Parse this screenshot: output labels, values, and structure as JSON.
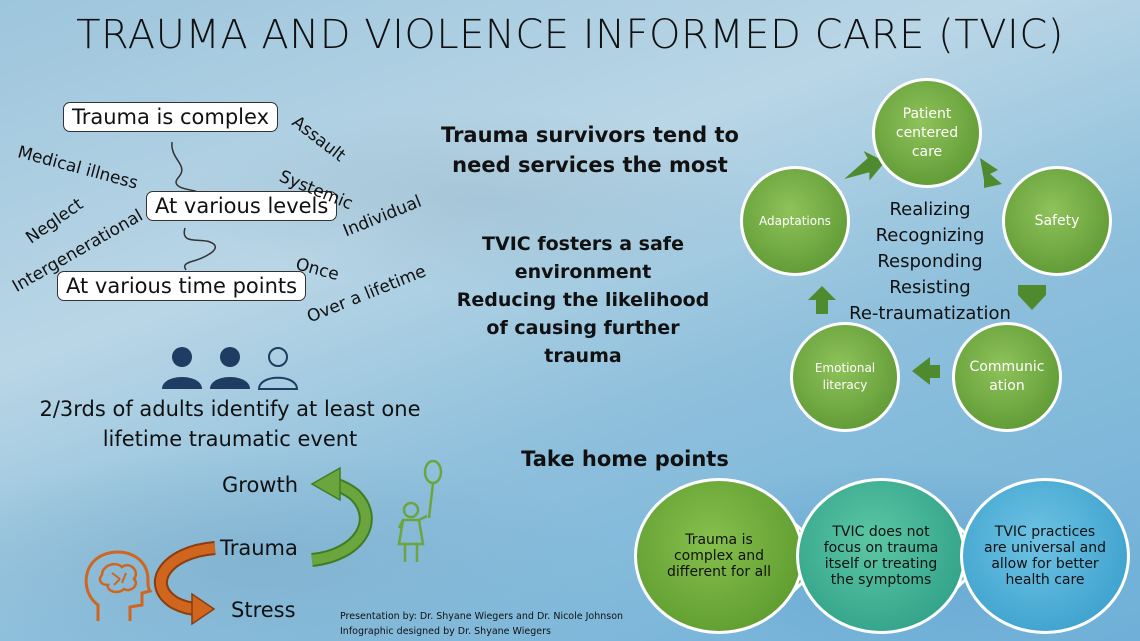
{
  "title": "TRAUMA AND VIOLENCE INFORMED CARE (TVIC)",
  "left": {
    "boxes": [
      "Trauma is complex",
      "At various levels",
      "At various time points"
    ],
    "tags": {
      "assault": "Assault",
      "medical": "Medical illness",
      "systemic": "Systemic",
      "neglect": "Neglect",
      "individual": "Individual",
      "intergenerational": "Intergenerational",
      "once": "Once",
      "lifetime": "Over a lifetime"
    },
    "stat": [
      "2/3rds of adults identify at least one",
      "lifetime traumatic event"
    ],
    "cycle": [
      "Growth",
      "Trauma",
      "Stress"
    ]
  },
  "middle": {
    "survivors": [
      "Trauma survivors tend to",
      "need services the most"
    ],
    "fosters": [
      "TVIC fosters a safe",
      "environment",
      "Reducing the likelihood",
      "of causing further",
      "trauma"
    ],
    "take_home": "Take home points"
  },
  "ring": {
    "nodes": {
      "patient": "Patient centered care",
      "safety": "Safety",
      "communication": "Communic ation",
      "emotional": "Emotional literacy",
      "adaptations": "Adaptations"
    },
    "center": [
      "Realizing",
      "Recognizing",
      "Responding",
      "Resisting",
      "Re-traumatization"
    ]
  },
  "points": [
    "Trauma is complex and different for all",
    "TVIC does not focus on trauma itself or treating the symptoms",
    "TVIC practices are universal and allow for better health care"
  ],
  "credits": [
    "Presentation by: Dr. Shyane Wiegers and Dr. Nicole Johnson",
    "Infographic designed by Dr. Shyane Wiegers"
  ],
  "colors": {
    "ring_green": "#6aa63d",
    "arrow_green": "#4f8a2e",
    "point_1": "#6da83a",
    "point_2": "#3bb39a",
    "point_3": "#4aaed3",
    "brain_orange": "#d0651e",
    "people_navy": "#1f3d63"
  },
  "icons": [
    "people-icon",
    "brain-head-icon",
    "child-balloon-icon"
  ]
}
